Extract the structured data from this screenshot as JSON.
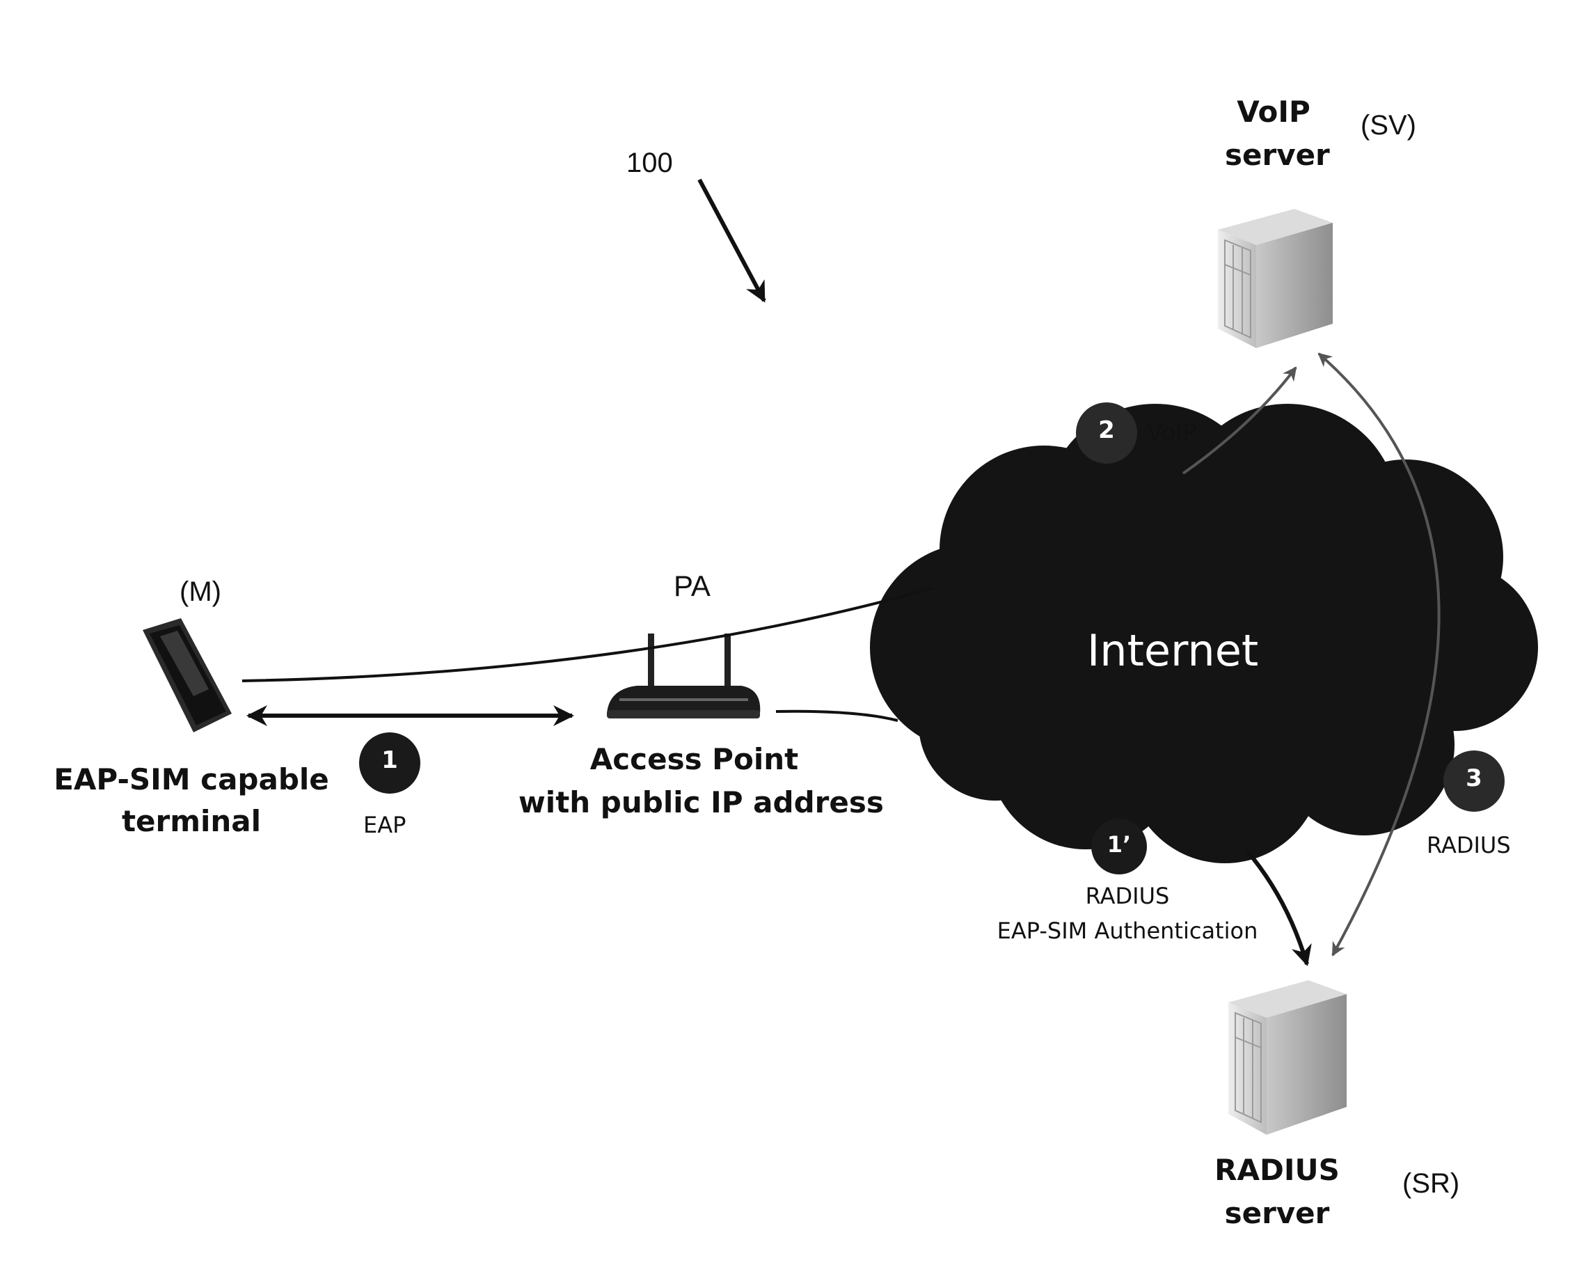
{
  "figure": {
    "ref": "100"
  },
  "terminal": {
    "id": "(M)",
    "name_line1": "EAP-SIM capable",
    "name_line2": "terminal"
  },
  "access_point": {
    "id": "PA",
    "name_line1": "Access Point",
    "name_line2": "with public IP address"
  },
  "cloud": {
    "label": "Internet"
  },
  "voip_server": {
    "name_line1": "VoIP",
    "name_line2": "server",
    "id": "(SV)"
  },
  "radius_server": {
    "name_line1": "RADIUS",
    "name_line2": "server",
    "id": "(SR)"
  },
  "steps": [
    {
      "badge": "1",
      "label": "EAP"
    },
    {
      "badge": "1’",
      "label_line1": "RADIUS",
      "label_line2": "EAP-SIM Authentication"
    },
    {
      "badge": "2",
      "label": "VoIP"
    },
    {
      "badge": "3",
      "label": "RADIUS"
    }
  ],
  "colors": {
    "ink": "#111111",
    "cloud": "#141414",
    "badge": "#1a1a1a",
    "server": "#d9d9d9"
  }
}
